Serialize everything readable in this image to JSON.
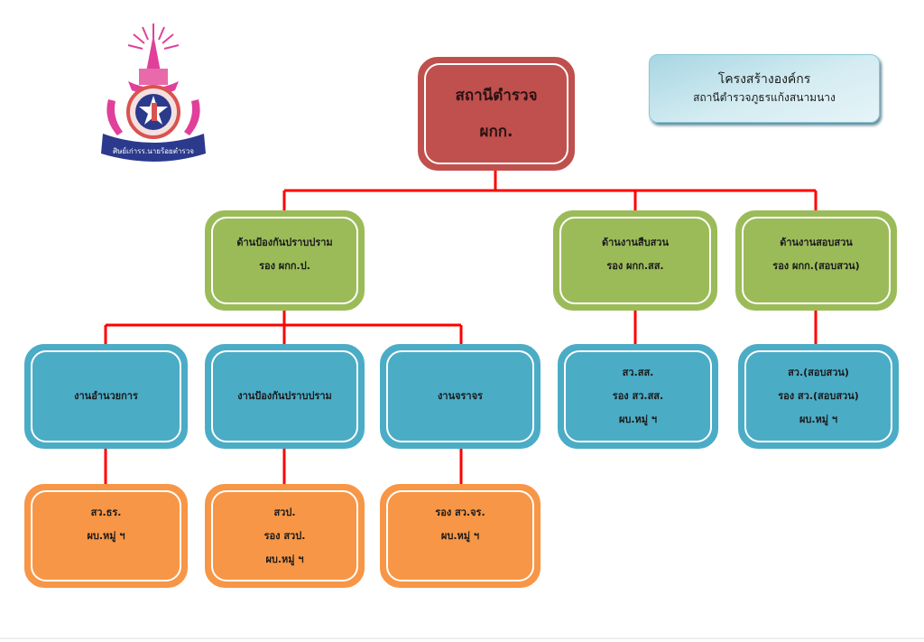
{
  "title_box": {
    "line1": "โครงสร้างองค์กร",
    "line2": "สถานีตำรวจภูธรแก้งสนามนาง"
  },
  "logo": {
    "name": "police-school-emblem",
    "banner_text": "ศิษย์เก่ารร.นายร้อยตำรวจ"
  },
  "colors": {
    "root": "#c0504d",
    "level2": "#9bbb59",
    "level3": "#4bacc6",
    "level4": "#f79646",
    "connector": "#ff0000"
  },
  "org": {
    "root": {
      "lines": [
        "สถานีตำรวจ",
        "ผกก."
      ]
    },
    "divisions": [
      {
        "lines": [
          "ด้านป้องกันปราบปราม",
          "รอง ผกก.ป."
        ]
      },
      {
        "lines": [
          "ด้านงานสืบสวน",
          "รอง ผกก.สส."
        ]
      },
      {
        "lines": [
          "ด้านงานสอบสวน",
          "รอง ผกก.(สอบสวน)"
        ]
      }
    ],
    "units": [
      {
        "lines": [
          "งานอำนวยการ"
        ]
      },
      {
        "lines": [
          "งานป้องกันปราบปราม"
        ]
      },
      {
        "lines": [
          "งานจราจร"
        ]
      },
      {
        "lines": [
          "สว.สส.",
          "รอง สว.สส.",
          "ผบ.หมู่ ฯ"
        ]
      },
      {
        "lines": [
          "สว.(สอบสวน)",
          "รอง สว.(สอบสวน)",
          "ผบ.หมู่ ฯ"
        ]
      }
    ],
    "sub_units": [
      {
        "lines": [
          "สว.ธร.",
          "ผบ.หมู่ ฯ"
        ]
      },
      {
        "lines": [
          "สวป.",
          "รอง สวป.",
          "ผบ.หมู่ ฯ"
        ]
      },
      {
        "lines": [
          "รอง สว.จร.",
          "ผบ.หมู่ ฯ"
        ]
      }
    ]
  }
}
